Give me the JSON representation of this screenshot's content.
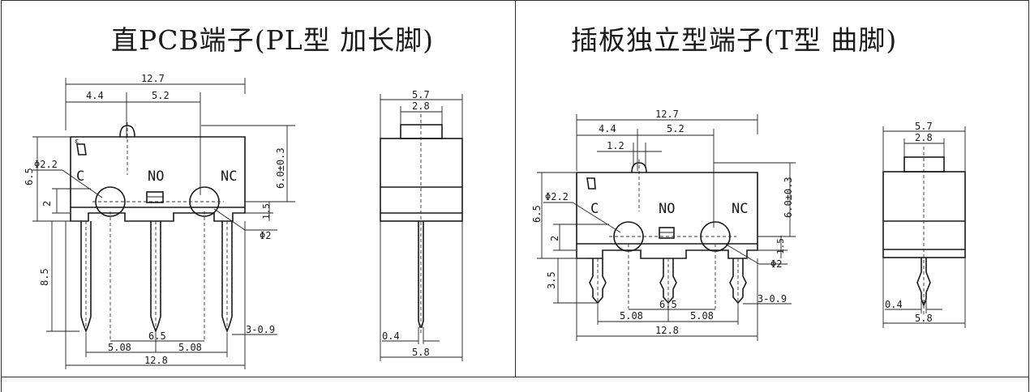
{
  "left": {
    "title": "直PCB端子(PL型  加长脚)",
    "front": {
      "dim_total_width": "12.7",
      "dim_a": "4.4",
      "dim_b": "5.2",
      "dim_hole": "Φ2.2",
      "dim_height": "6.5",
      "dim_hole_h": "2",
      "dim_top": "6.0±0.3",
      "dim_side": "1.5",
      "dim_pin_hole": "Φ2",
      "dim_pin_len": "8.5",
      "dim_pin_w": "3-0.9",
      "dim_pitch_mid": "6.5",
      "dim_pitch_l": "5.08",
      "dim_pitch_r": "5.08",
      "dim_bottom_width": "12.8",
      "label_c": "C",
      "label_no": "NO",
      "label_nc": "NC"
    },
    "side": {
      "dim_width": "5.7",
      "dim_plunger": "2.8",
      "dim_pin": "0.4",
      "dim_bottom": "5.8"
    }
  },
  "right": {
    "title": "插板独立型端子(T型  曲脚)",
    "front": {
      "dim_total_width": "12.7",
      "dim_a": "4.4",
      "dim_b": "5.2",
      "dim_c": "1.2",
      "dim_hole": "Φ2.2",
      "dim_height": "6.5",
      "dim_hole_h": "2",
      "dim_top": "6.0±0.3",
      "dim_side": "1.5",
      "dim_pin_hole": "Φ2",
      "dim_pin_len": "3.5",
      "dim_pin_w": "3-0.9",
      "dim_pitch_mid": "6.5",
      "dim_pitch_l": "5.08",
      "dim_pitch_r": "5.08",
      "dim_bottom_width": "12.8",
      "label_c": "C",
      "label_no": "NO",
      "label_nc": "NC"
    },
    "side": {
      "dim_width": "5.7",
      "dim_plunger": "2.8",
      "dim_pin": "0.4",
      "dim_bottom": "5.8"
    }
  }
}
